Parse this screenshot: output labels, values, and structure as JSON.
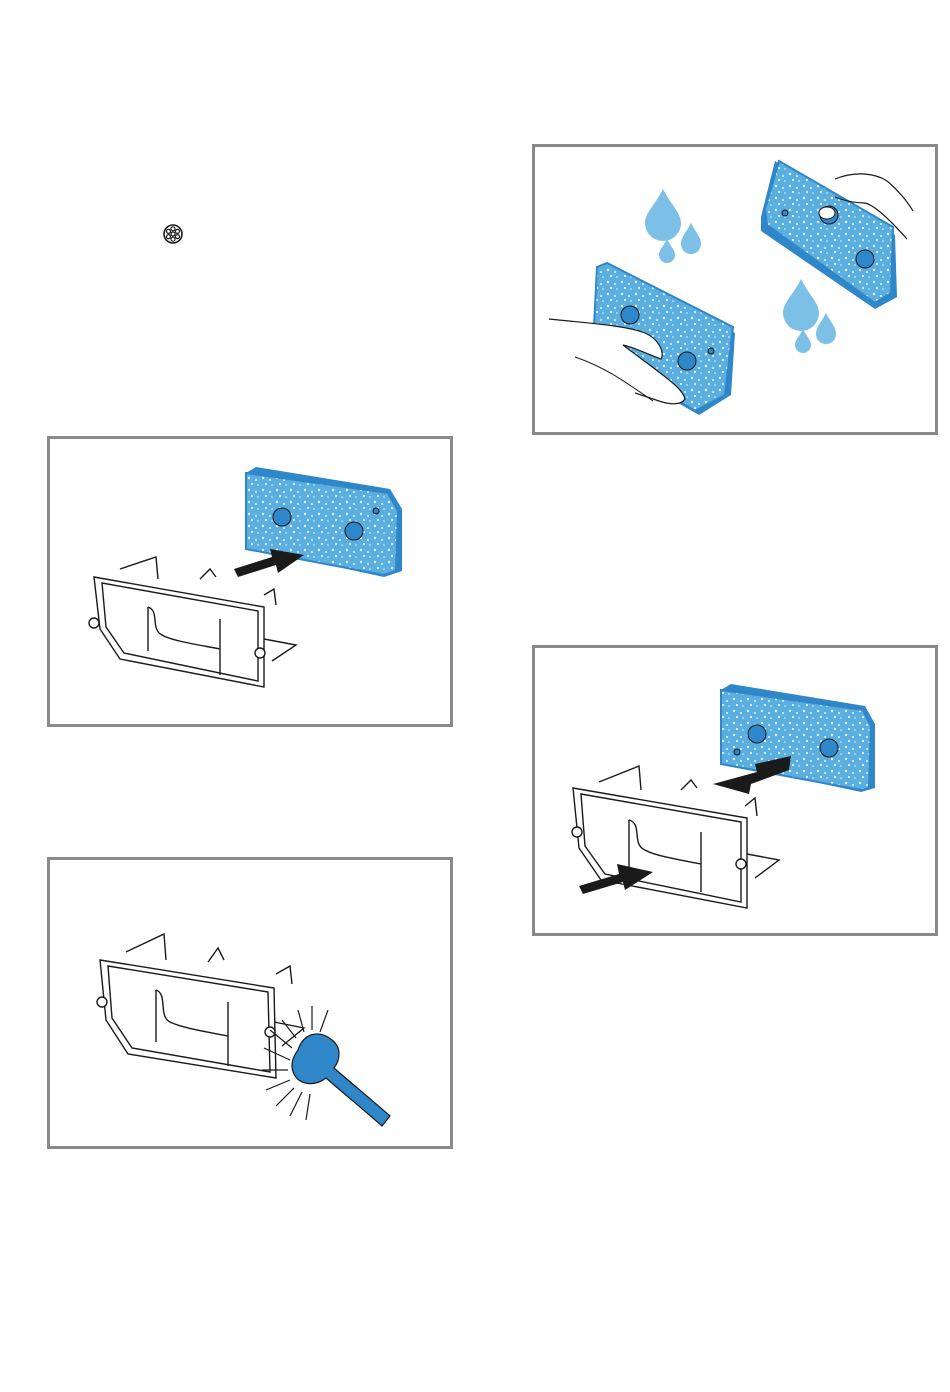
{
  "page": {
    "background": "#ffffff"
  },
  "colors": {
    "panel_border": "#8a8a8a",
    "foam": "#5aaee0",
    "foam_edge": "#2f86c8",
    "water": "#7cc0e8",
    "brush": "#2f86c8",
    "outline": "#1a1a1a"
  },
  "icons": {
    "filter_symbol": "filter-symbol-icon"
  },
  "figures": [
    {
      "id": "wash",
      "icon": "foam-filter-rinse-illustration"
    },
    {
      "id": "insert",
      "icon": "foam-filter-insert-illustration"
    },
    {
      "id": "swap",
      "icon": "filter-replace-illustration"
    },
    {
      "id": "brush",
      "icon": "filter-frame-brush-illustration"
    }
  ]
}
